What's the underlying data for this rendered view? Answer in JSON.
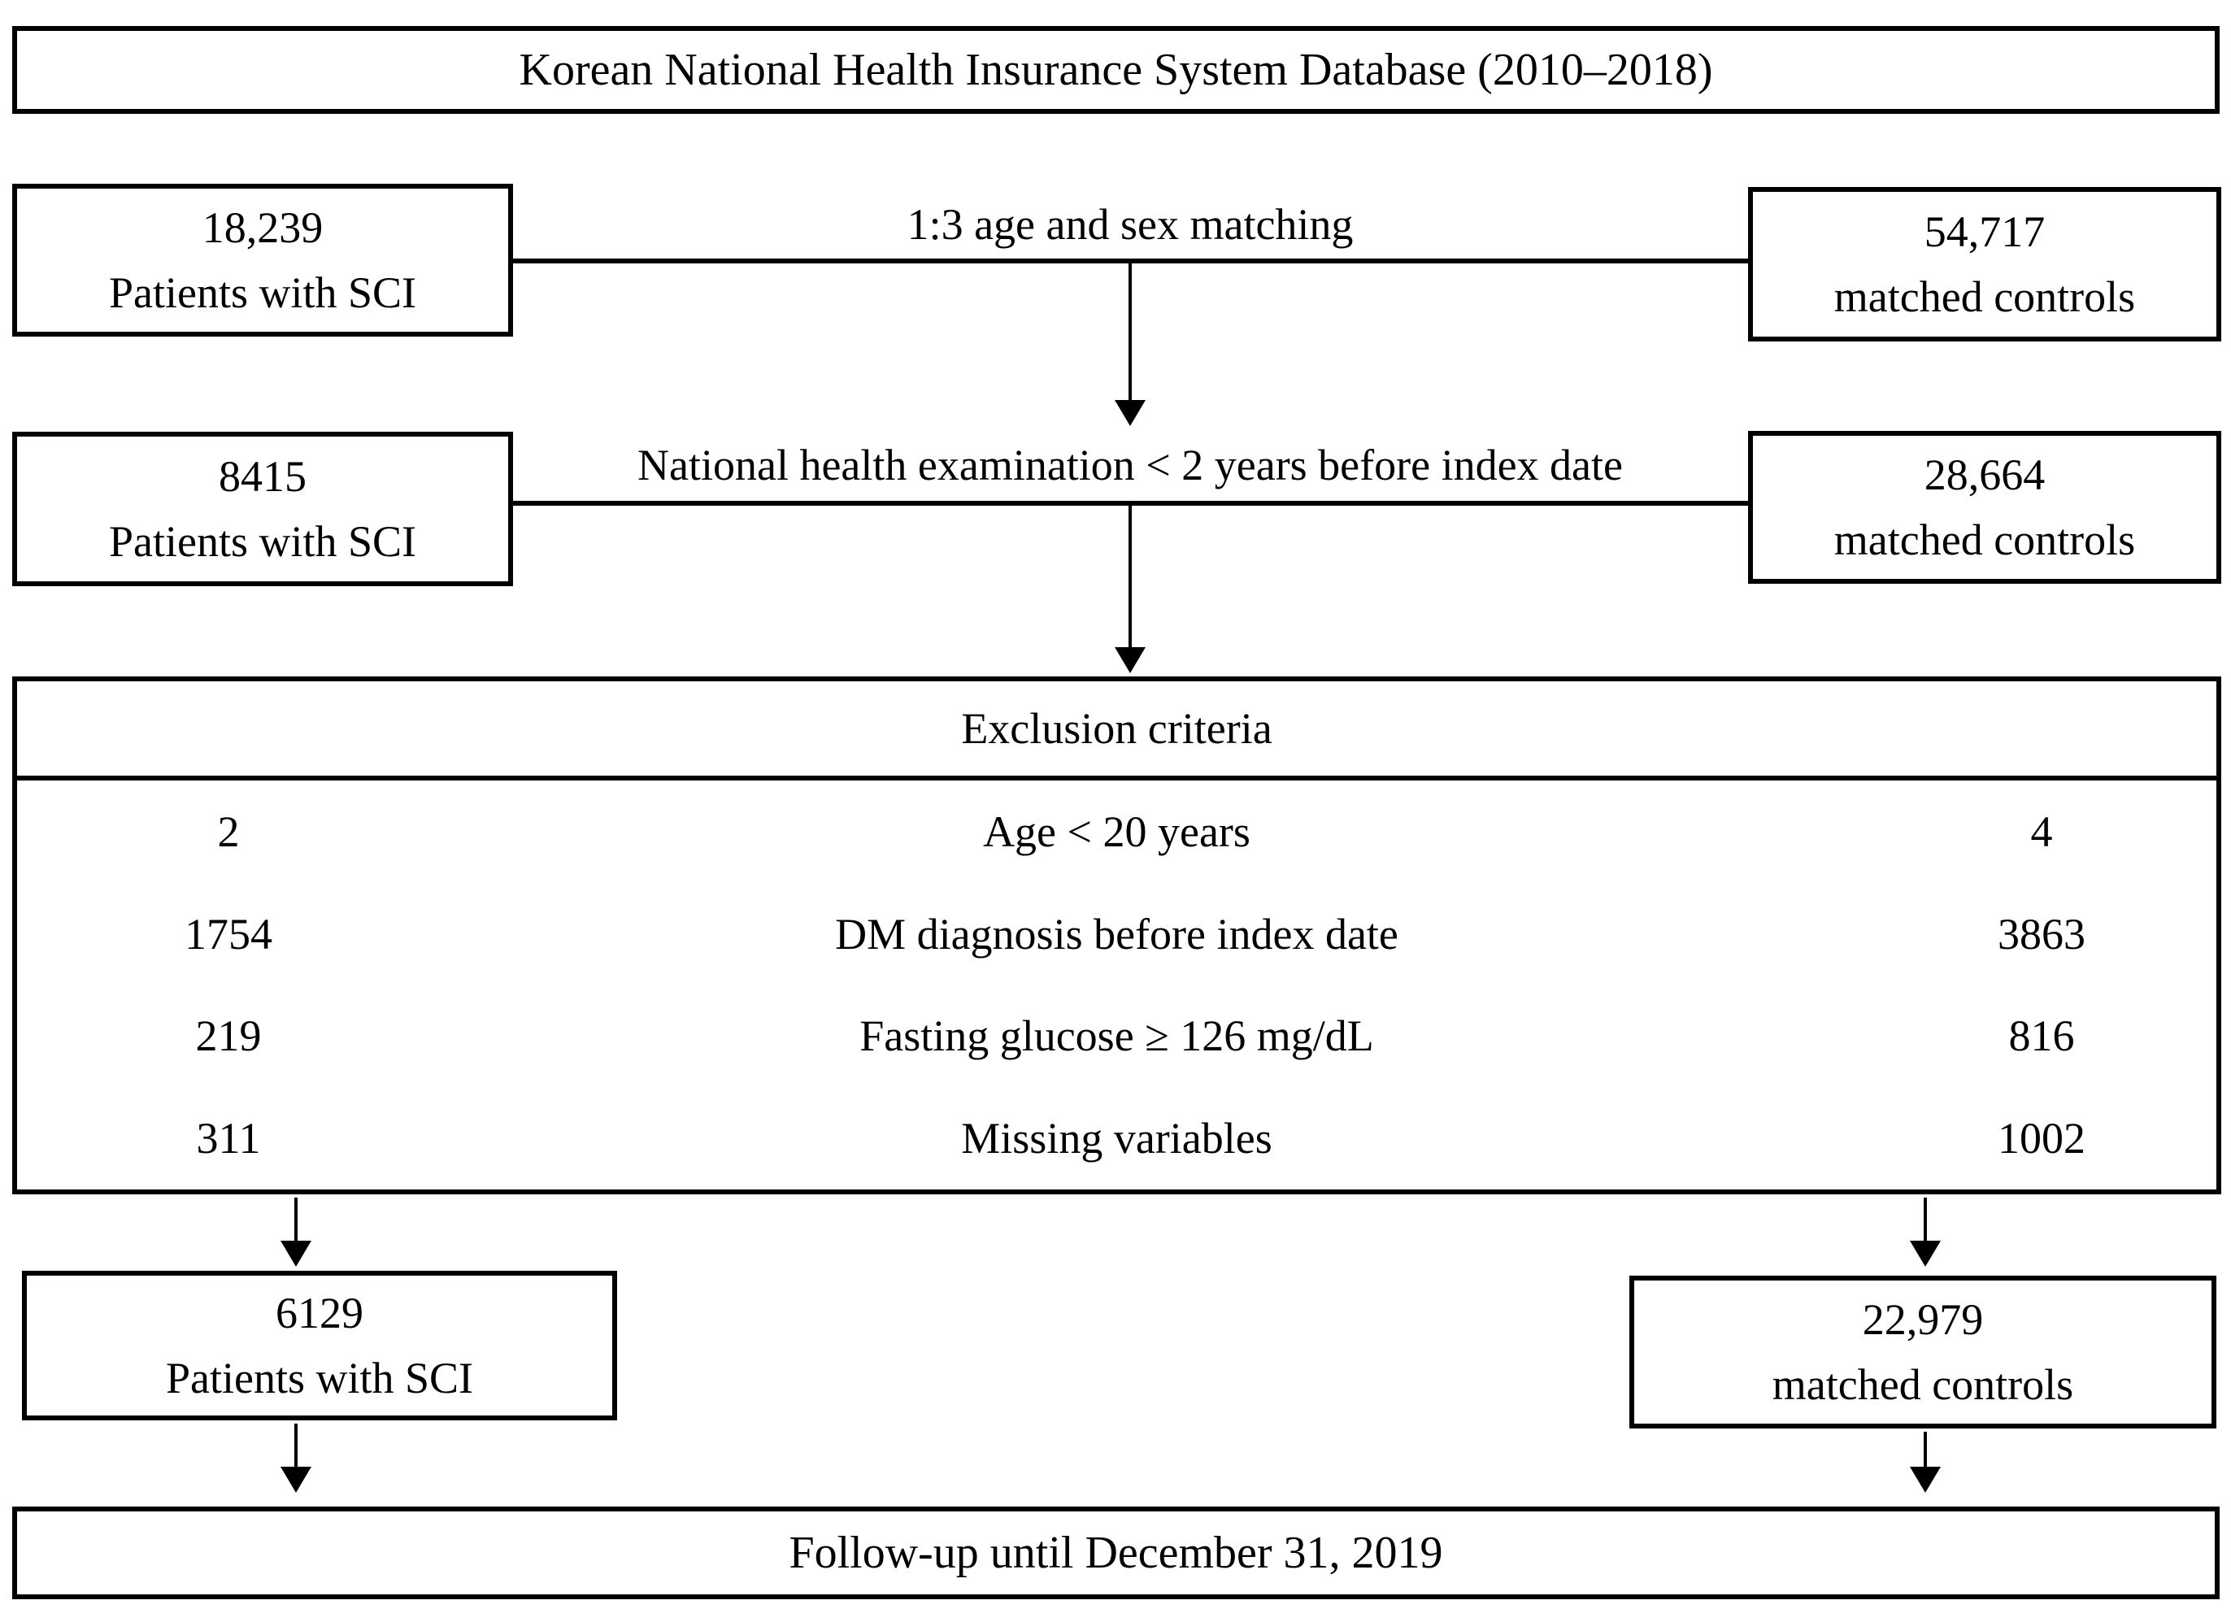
{
  "diagram": {
    "colors": {
      "ink": "#000000",
      "background": "#ffffff"
    },
    "database_box": "Korean National Health Insurance System Database (2010–2018)",
    "stage1": {
      "left_count": "18,239",
      "left_label": "Patients with SCI",
      "connector_label": "1:3 age and sex matching",
      "right_count": "54,717",
      "right_label": "matched controls"
    },
    "stage2": {
      "left_count": "8415",
      "left_label": "Patients with SCI",
      "connector_label": "National health examination < 2 years before index date",
      "right_count": "28,664",
      "right_label": "matched controls"
    },
    "exclusion": {
      "header": "Exclusion criteria",
      "rows": [
        {
          "sci_count": "2",
          "criterion": "Age < 20 years",
          "control_count": "4"
        },
        {
          "sci_count": "1754",
          "criterion": "DM diagnosis before index date",
          "control_count": "3863"
        },
        {
          "sci_count": "219",
          "criterion": "Fasting glucose ≥ 126 mg/dL",
          "control_count": "816"
        },
        {
          "sci_count": "311",
          "criterion": "Missing variables",
          "control_count": "1002"
        }
      ]
    },
    "final": {
      "left_count": "6129",
      "left_label": "Patients with SCI",
      "right_count": "22,979",
      "right_label": "matched controls"
    },
    "followup_box": "Follow-up until December 31, 2019"
  }
}
